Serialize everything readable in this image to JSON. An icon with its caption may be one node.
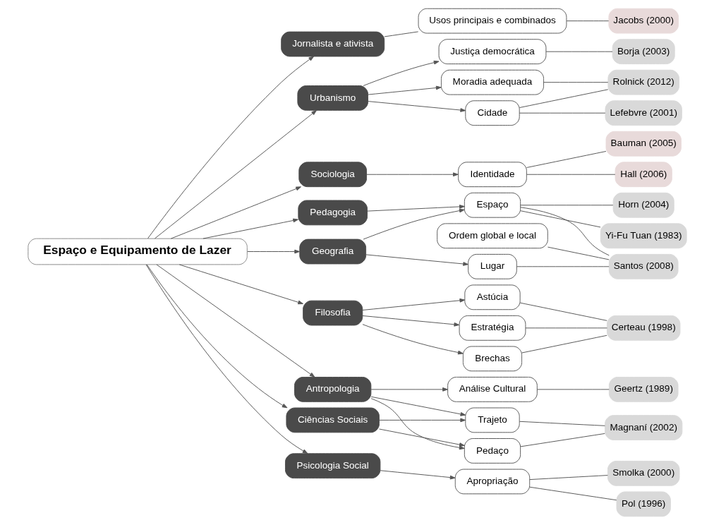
{
  "diagram": {
    "nodes": [
      {
        "text": [
          "Jacobs (2000)"
        ]
      },
      {
        "text": [
          "Borja (2003)"
        ]
      },
      {
        "text": [
          "Bauman (2005)"
        ]
      },
      {
        "text": [
          "Usos principais e combinados"
        ]
      },
      {
        "text": [
          "Hall (2006)"
        ]
      },
      {
        "text": [
          "Horn (2004)"
        ]
      },
      {
        "text": [
          "Justiça democrática"
        ]
      },
      {
        "text": [
          "Yi-Fu Tuan (1983)"
        ]
      },
      {
        "text": [
          "Rolnick (2012)"
        ]
      },
      {
        "text": [
          "Moradia adequada"
        ]
      },
      {
        "text": [
          "Jornalista e ativista"
        ]
      },
      {
        "text": [
          "Identidade"
        ]
      },
      {
        "text": [
          "Urbanismo"
        ]
      },
      {
        "text": [
          "Sociologia"
        ]
      },
      {
        "text": [
          "Santos (2008)"
        ]
      },
      {
        "text": [
          "Lefebvre (2001)"
        ]
      },
      {
        "text": [
          "Cidade"
        ]
      },
      {
        "text": [
          "Pedagogia"
        ]
      },
      {
        "text": [
          "Astúcia"
        ]
      },
      {
        "text": [
          "Espaço"
        ]
      },
      {
        "text": [
          "Filosofia"
        ]
      },
      {
        "text": [
          "Certeau (1998)"
        ]
      },
      {
        "text": [
          "Estratégia"
        ]
      },
      {
        "text": [
          "Lugar"
        ]
      },
      {
        "text": [
          "Geografia"
        ]
      },
      {
        "text": [
          "Brechas"
        ]
      },
      {
        "text": [
          "Ordem global e local"
        ]
      },
      {
        "text": [
          "Análise Cultural"
        ]
      },
      {
        "text": [
          "Smolka (2000)"
        ]
      },
      {
        "text": [
          "Geertz (1989)"
        ]
      },
      {
        "text": [
          "Antropologia"
        ]
      },
      {
        "text": [
          "Trajeto"
        ]
      },
      {
        "text": [
          "Apropriação"
        ]
      },
      {
        "text": [
          "Psicologia Social"
        ]
      },
      {
        "text": [
          "Magnaní (2002)"
        ]
      },
      {
        "text": [
          "Pol (1996)"
        ]
      },
      {
        "text": [
          "Pedaço"
        ]
      },
      {
        "text": [
          "Ciências Sociais"
        ]
      },
      {
        "text": [
          "Espaço e Equipamento de Lazer"
        ]
      }
    ],
    "edges": [
      {
        "from": 38,
        "to": 12,
        "arrow": "to"
      },
      {
        "from": 38,
        "to": 20,
        "arrow": "to"
      },
      {
        "from": 38,
        "to": 33,
        "arrow": "to"
      },
      {
        "from": 38,
        "to": 10,
        "arrow": "to"
      },
      {
        "from": 38,
        "to": 13,
        "arrow": "to"
      },
      {
        "from": 38,
        "to": 17,
        "arrow": "to"
      },
      {
        "from": 38,
        "to": 24,
        "arrow": "to"
      },
      {
        "from": 38,
        "to": 30,
        "arrow": "to"
      },
      {
        "from": 38,
        "to": 37,
        "arrow": "to"
      },
      {
        "from": 12,
        "to": 6,
        "arrow": "to"
      },
      {
        "from": 12,
        "to": 9,
        "arrow": "to"
      },
      {
        "from": 12,
        "to": 16,
        "arrow": "to"
      },
      {
        "from": 20,
        "to": 18,
        "arrow": "to"
      },
      {
        "from": 20,
        "to": 22,
        "arrow": "to"
      },
      {
        "from": 20,
        "to": 25,
        "arrow": "to"
      },
      {
        "from": 33,
        "to": 32,
        "arrow": "to"
      },
      {
        "from": 10,
        "to": 3,
        "arrow": "none"
      },
      {
        "from": 13,
        "to": 11,
        "arrow": "to"
      },
      {
        "from": 17,
        "to": 19,
        "arrow": "to"
      },
      {
        "from": 24,
        "to": 19,
        "arrow": "to"
      },
      {
        "from": 24,
        "to": 23,
        "arrow": "to"
      },
      {
        "from": 30,
        "to": 27,
        "arrow": "to"
      },
      {
        "from": 30,
        "to": 31,
        "arrow": "to"
      },
      {
        "from": 30,
        "to": 36,
        "arrow": "to"
      },
      {
        "from": 37,
        "to": 31,
        "arrow": "to"
      },
      {
        "from": 37,
        "to": 36,
        "arrow": "to"
      },
      {
        "from": 3,
        "to": 0,
        "arrow": "none"
      },
      {
        "from": 6,
        "to": 1,
        "arrow": "none"
      },
      {
        "from": 9,
        "to": 8,
        "arrow": "none"
      },
      {
        "from": 16,
        "to": 8,
        "arrow": "none"
      },
      {
        "from": 16,
        "to": 15,
        "arrow": "none"
      },
      {
        "from": 18,
        "to": 21,
        "arrow": "none"
      },
      {
        "from": 22,
        "to": 21,
        "arrow": "none"
      },
      {
        "from": 25,
        "to": 21,
        "arrow": "none"
      },
      {
        "from": 32,
        "to": 28,
        "arrow": "none"
      },
      {
        "from": 32,
        "to": 35,
        "arrow": "none"
      },
      {
        "from": 11,
        "to": 2,
        "arrow": "none"
      },
      {
        "from": 11,
        "to": 4,
        "arrow": "none"
      },
      {
        "from": 19,
        "to": 5,
        "arrow": "none"
      },
      {
        "from": 19,
        "to": 7,
        "arrow": "none"
      },
      {
        "from": 19,
        "to": 14,
        "arrow": "none"
      },
      {
        "from": 23,
        "to": 14,
        "arrow": "none"
      },
      {
        "from": 26,
        "to": 14,
        "arrow": "none"
      },
      {
        "from": 27,
        "to": 29,
        "arrow": "none"
      },
      {
        "from": 31,
        "to": 34,
        "arrow": "none"
      },
      {
        "from": 36,
        "to": 34,
        "arrow": "none"
      }
    ]
  }
}
